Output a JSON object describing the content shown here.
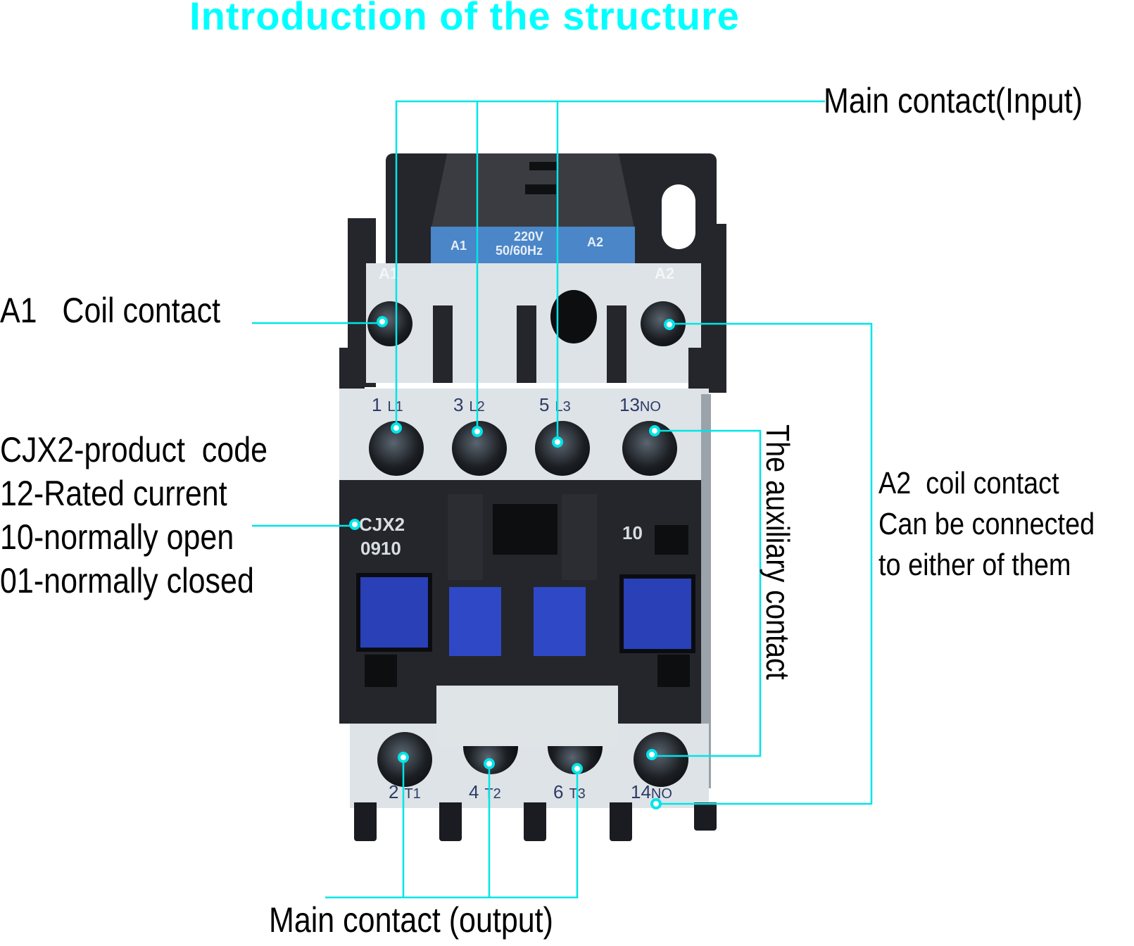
{
  "title": "Introduction of the structure",
  "colors": {
    "accent": "#00ffff",
    "text": "#000000",
    "device_dark": "#24262b",
    "device_light": "#dde3e6",
    "device_blue": "#2a40b6",
    "label_plate": "#4a86c8"
  },
  "callouts": {
    "main_input": "Main contact(Input)",
    "a1_coil": "A1   Coil contact",
    "code_lines": [
      "CJX2-product  code",
      "12-Rated current",
      "10-normally open",
      "01-normally closed"
    ],
    "auxiliary": "The auxiliary contact",
    "a2_coil": [
      "A2  coil contact",
      "Can be connected",
      "to either of them"
    ],
    "main_output": "Main contact (output)"
  },
  "device": {
    "coil_plate": {
      "left": "A1",
      "voltage": "220V",
      "freq": "50/60Hz",
      "right": "A2"
    },
    "embossed_top": [
      "A1",
      "A2"
    ],
    "top_terminals": [
      {
        "num": "1",
        "tag": "L1"
      },
      {
        "num": "3",
        "tag": "L2"
      },
      {
        "num": "5",
        "tag": "L3"
      },
      {
        "num": "13",
        "tag": "NO"
      }
    ],
    "bottom_terminals": [
      {
        "num": "2",
        "tag": "T1"
      },
      {
        "num": "4",
        "tag": "T2"
      },
      {
        "num": "6",
        "tag": "T3"
      },
      {
        "num": "14",
        "tag": "NO"
      }
    ],
    "model": [
      "CJX2",
      "0910"
    ],
    "aux_marking": "10"
  }
}
